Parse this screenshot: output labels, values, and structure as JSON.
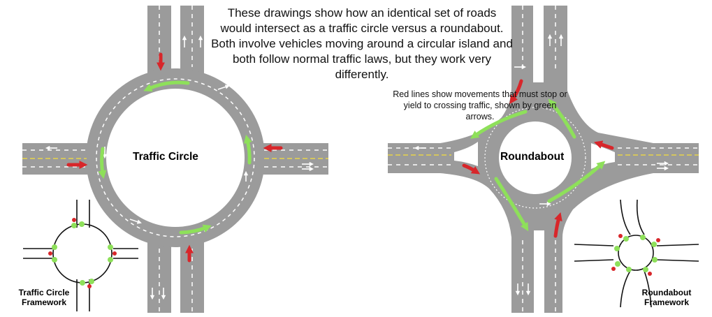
{
  "intro_text": "These drawings show how an identical set of roads would intersect as a traffic circle versus a roundabout.  Both involve vehicles moving around a circular island and both follow normal traffic laws, but they work very differently.",
  "legend_text": "Red lines show movements that must stop or yield to crossing traffic, shown by green arrows.",
  "traffic_circle_label": "Traffic Circle",
  "roundabout_label": "Roundabout",
  "traffic_circle_framework_label": "Traffic Circle Framework",
  "roundabout_framework_label": "Roundabout Framework",
  "colors": {
    "road": "#9b9b9b",
    "lane_marking": "#ffffff",
    "center_line": "#e8d44a",
    "circulating_arrow": "#8ee05a",
    "yield_arrow": "#d8262a",
    "island": "#ffffff",
    "framework_line": "#111111"
  }
}
